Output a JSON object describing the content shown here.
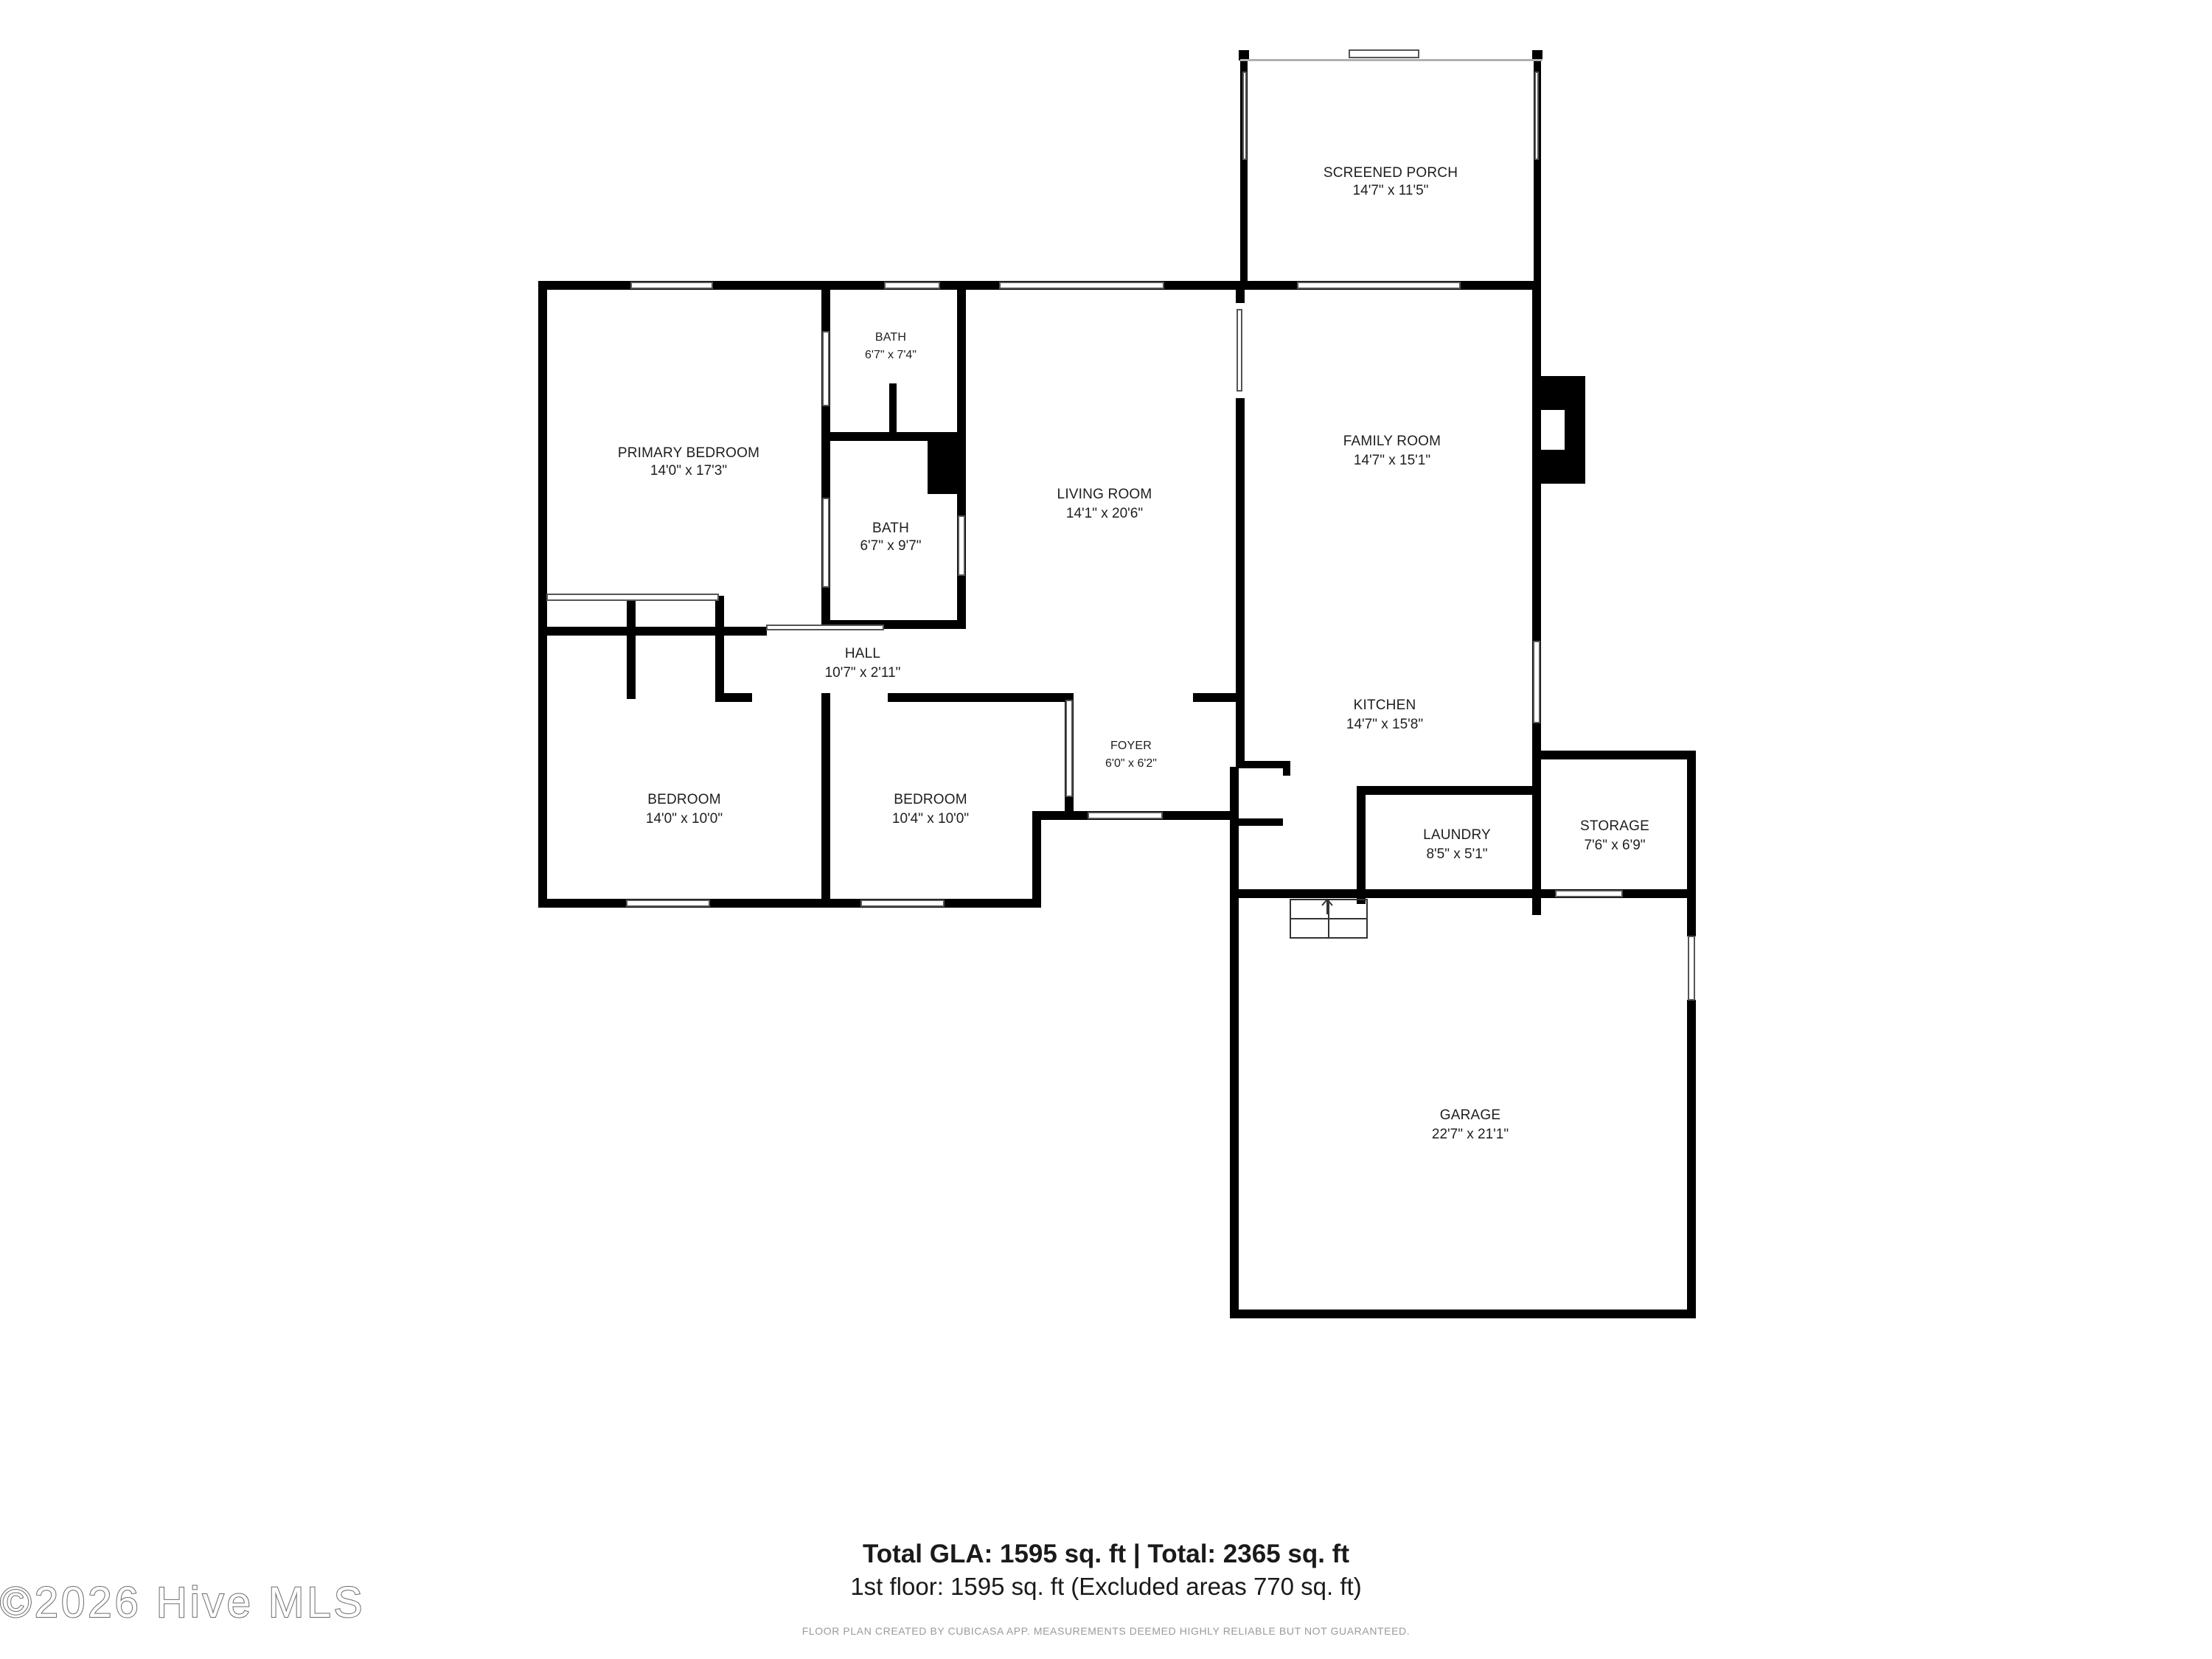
{
  "rooms": [
    {
      "id": "screened-porch",
      "name": "SCREENED PORCH",
      "dims": "14'7\" x 11'5\""
    },
    {
      "id": "bath-upper",
      "name": "BATH",
      "dims": "6'7\" x 7'4\""
    },
    {
      "id": "primary-bedroom",
      "name": "PRIMARY BEDROOM",
      "dims": "14'0\" x 17'3\""
    },
    {
      "id": "living-room",
      "name": "LIVING ROOM",
      "dims": "14'1\" x 20'6\""
    },
    {
      "id": "family-room",
      "name": "FAMILY ROOM",
      "dims": "14'7\" x 15'1\""
    },
    {
      "id": "bath-lower",
      "name": "BATH",
      "dims": "6'7\" x 9'7\""
    },
    {
      "id": "hall",
      "name": "HALL",
      "dims": "10'7\" x 2'11\""
    },
    {
      "id": "kitchen",
      "name": "KITCHEN",
      "dims": "14'7\" x 15'8\""
    },
    {
      "id": "foyer",
      "name": "FOYER",
      "dims": "6'0\" x 6'2\""
    },
    {
      "id": "bedroom-left",
      "name": "BEDROOM",
      "dims": "14'0\" x 10'0\""
    },
    {
      "id": "bedroom-right",
      "name": "BEDROOM",
      "dims": "10'4\" x 10'0\""
    },
    {
      "id": "laundry",
      "name": "LAUNDRY",
      "dims": "8'5\" x 5'1\""
    },
    {
      "id": "storage",
      "name": "STORAGE",
      "dims": "7'6\" x 6'9\""
    },
    {
      "id": "garage",
      "name": "GARAGE",
      "dims": "22'7\" x 21'1\""
    }
  ],
  "totals": {
    "line1": "Total GLA: 1595 sq. ft | Total: 2365 sq. ft",
    "line2": "1st floor: 1595 sq. ft (Excluded areas 770 sq. ft)"
  },
  "disclaimer": "FLOOR PLAN CREATED BY CUBICASA APP. MEASUREMENTS DEEMED HIGHLY RELIABLE BUT NOT GUARANTEED.",
  "watermark": "©2026 Hive MLS",
  "colors": {
    "wall": "#000000",
    "background": "#ffffff",
    "text": "#1e1e1e",
    "disclaimer": "#9a9a9a"
  }
}
